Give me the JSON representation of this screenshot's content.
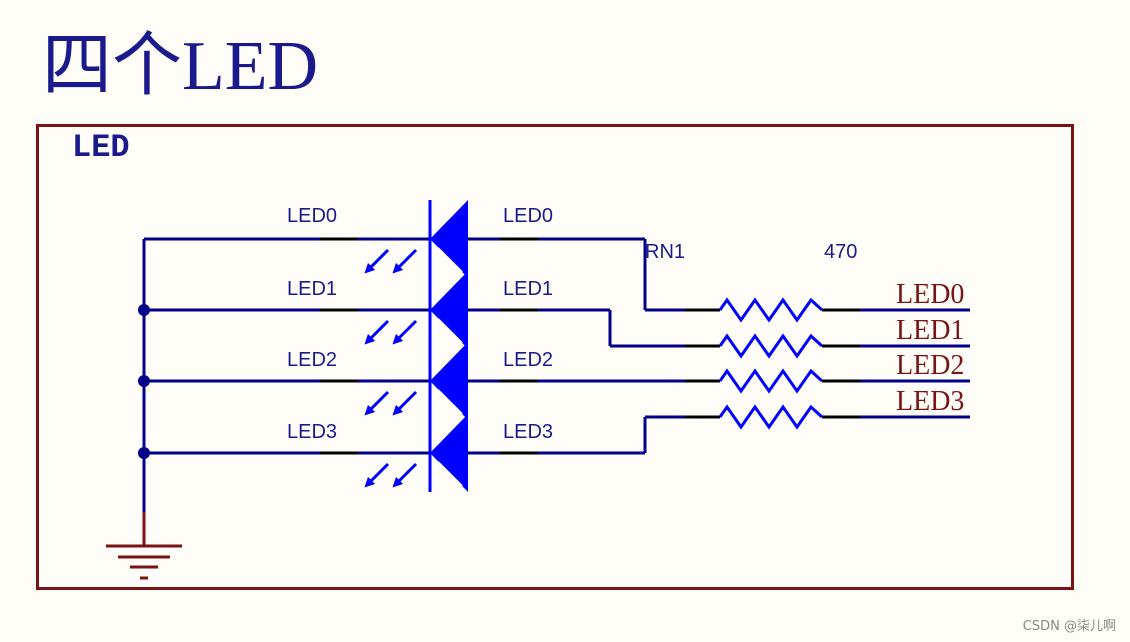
{
  "page": {
    "title_cjk": "四个",
    "title_latin": "LED"
  },
  "box": {
    "title": "LED"
  },
  "leds": [
    {
      "anode_label": "LED0",
      "cathode_label": "LED0"
    },
    {
      "anode_label": "LED1",
      "cathode_label": "LED1"
    },
    {
      "anode_label": "LED2",
      "cathode_label": "LED2"
    },
    {
      "anode_label": "LED3",
      "cathode_label": "LED3"
    }
  ],
  "resistor_network": {
    "ref": "RN1",
    "value": "470"
  },
  "net_labels": [
    "LED0",
    "LED1",
    "LED2",
    "LED3"
  ],
  "colors": {
    "wire": "#00008b",
    "component": "#0000ff",
    "net": "#7a1414",
    "frame": "#7a1414",
    "title": "#1a1a8c"
  },
  "watermark": "CSDN @柒儿啊"
}
